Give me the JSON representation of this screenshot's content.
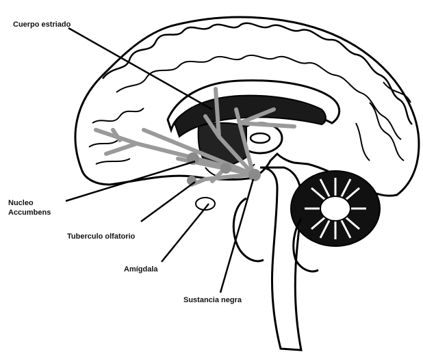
{
  "labels": {
    "striatum": "Cuerpo estriado",
    "accumbens_line1": "Nucleo",
    "accumbens_line2": "Accumbens",
    "olfactory": "Tuberculo olfatorio",
    "amygdala": "Amígdala",
    "substantia": "Sustancia negra"
  },
  "colors": {
    "outline": "#000000",
    "pathway": "#9a9a9a",
    "nucleus": "#8a8a8a",
    "label_text": "#111111"
  }
}
